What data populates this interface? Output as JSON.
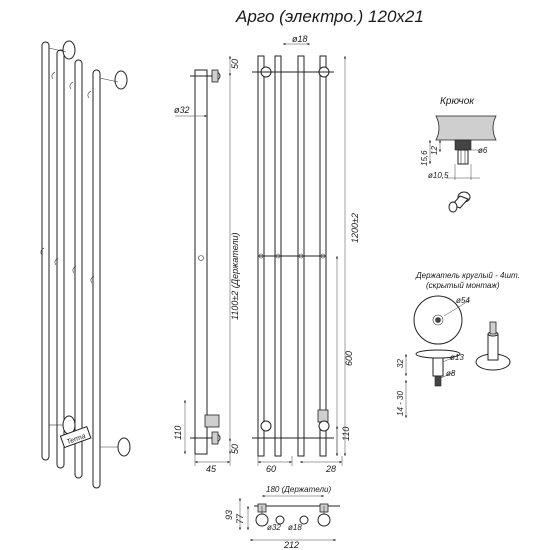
{
  "title": "Арго (электро.) 120х21",
  "front_view": {
    "dim_top": "50",
    "dim_diameter": "ø32",
    "dim_holders": "1100±2 (Держатели)",
    "dim_bottom_left": "110",
    "dim_bottom_right": "50",
    "dim_width": "45"
  },
  "side_view": {
    "dim_diameter": "ø18",
    "dim_height": "1200±2",
    "dim_600": "600",
    "dim_110": "110",
    "dim_60": "60",
    "dim_28": "28"
  },
  "top_view": {
    "dim_holders_width": "180 (Держатели)",
    "dim_93": "93",
    "dim_77": "77",
    "dim_d32": "ø32",
    "dim_d18": "ø18",
    "dim_212": "212"
  },
  "hook": {
    "title": "Крючок",
    "dim_15_6": "15,6",
    "dim_12": "12",
    "dim_d6": "ø6",
    "dim_d10_5": "ø10,5"
  },
  "holder": {
    "title_line1": "Держатель круглый - 4шт.",
    "title_line2": "(скрытый монтаж)",
    "dim_d54": "ø54",
    "dim_32": "32",
    "dim_d13": "ø13",
    "dim_d8": "ø8",
    "dim_14_30": "14 - 30"
  }
}
